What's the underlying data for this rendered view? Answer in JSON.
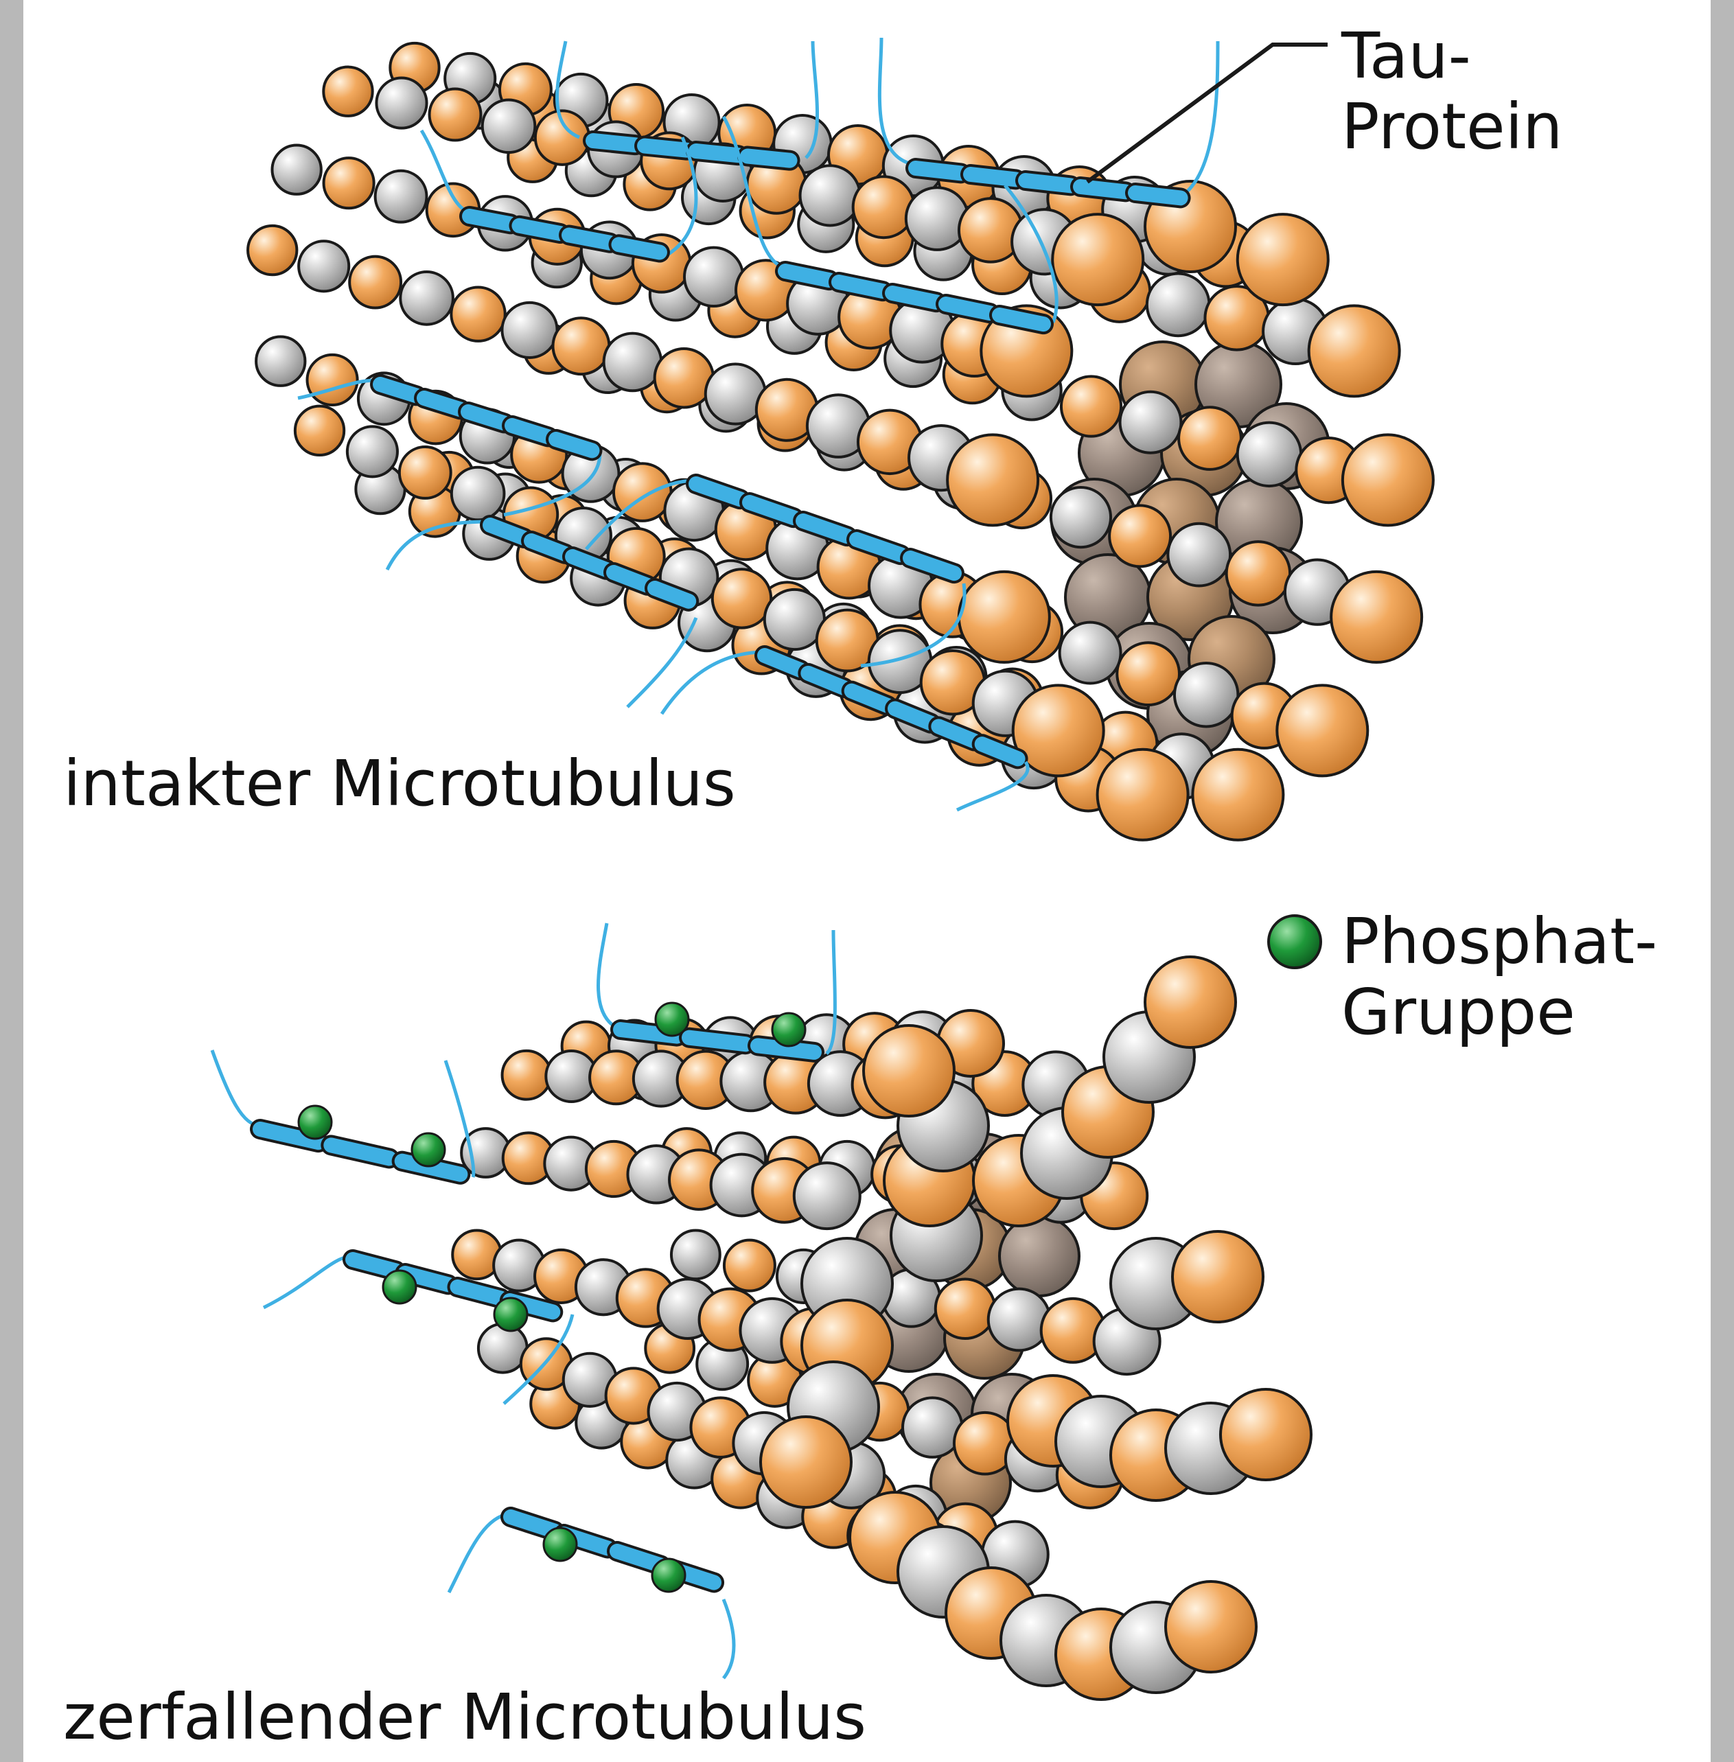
{
  "labels": {
    "intact": "intakter Microtubulus",
    "decaying": "zerfallender Microtubulus",
    "tau_line1": "Tau-",
    "tau_line2": "Protein",
    "phosphate_line1": "Phosphat-",
    "phosphate_line2": "Gruppe"
  },
  "colors": {
    "alpha_tubulin": "#f2a95e",
    "beta_tubulin": "#c9c9c9",
    "inner_wall": "#9a8a80",
    "tau_protein": "#3fb0e3",
    "phosphate": "#1f9a3a",
    "outline": "#1a1a1a",
    "background": "#ffffff",
    "border": "#b8b8b8"
  }
}
